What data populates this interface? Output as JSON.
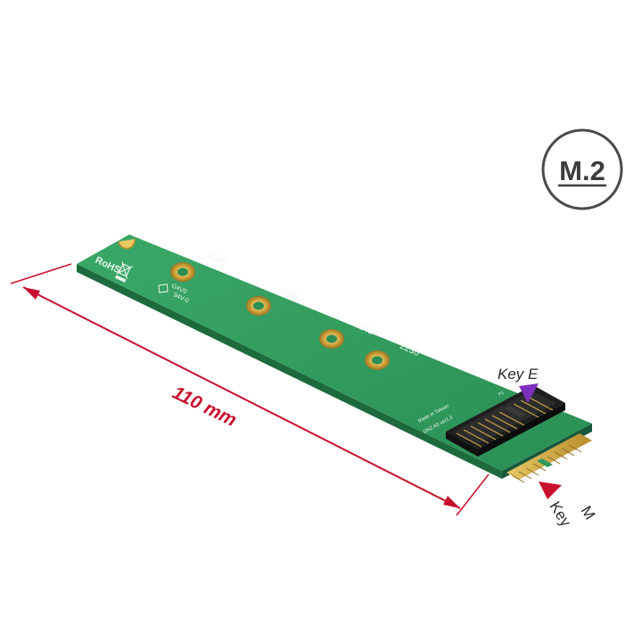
{
  "badge": {
    "text": "M.2"
  },
  "dimension": {
    "label": "110 mm",
    "color": "#c8102e"
  },
  "keys": {
    "key_e": "Key E",
    "key_m_line1": "Key",
    "key_m_line2": "M",
    "key_e_marker_color": "#7b2fbe",
    "key_m_marker_color": "#c8102e"
  },
  "board": {
    "color": "#2f9a5c",
    "rohs": "RoHS",
    "cert_line1": "G4V0",
    "cert_line2": "94V-0",
    "mount_sizes": [
      "2280",
      "2260",
      "2242",
      "2230"
    ],
    "made_in": "Made in Taiwan",
    "model": "DNZ-83 ver1.3"
  }
}
